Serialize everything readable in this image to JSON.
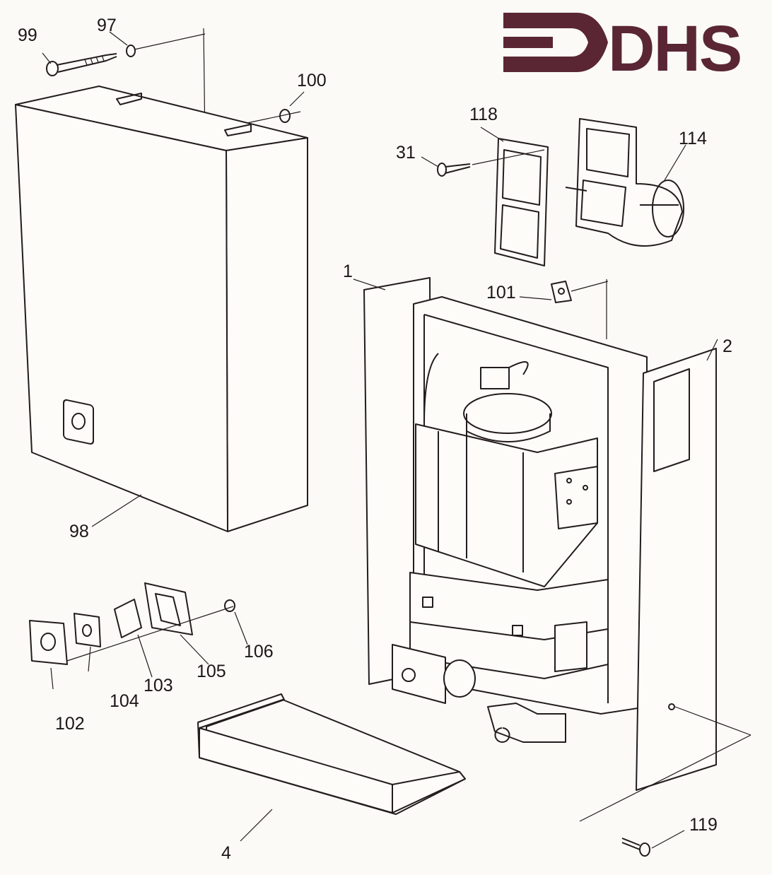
{
  "logo": {
    "text": "DHS",
    "color": "#5a2633"
  },
  "line_color": "#231c1c",
  "parts": {
    "p99": "99",
    "p97": "97",
    "p100": "100",
    "p98": "98",
    "p118": "118",
    "p31": "31",
    "p114": "114",
    "p1": "1",
    "p101": "101",
    "p2": "2",
    "p106": "106",
    "p105": "105",
    "p103": "103",
    "p104": "104",
    "p102": "102",
    "p4": "4",
    "p119": "119"
  }
}
